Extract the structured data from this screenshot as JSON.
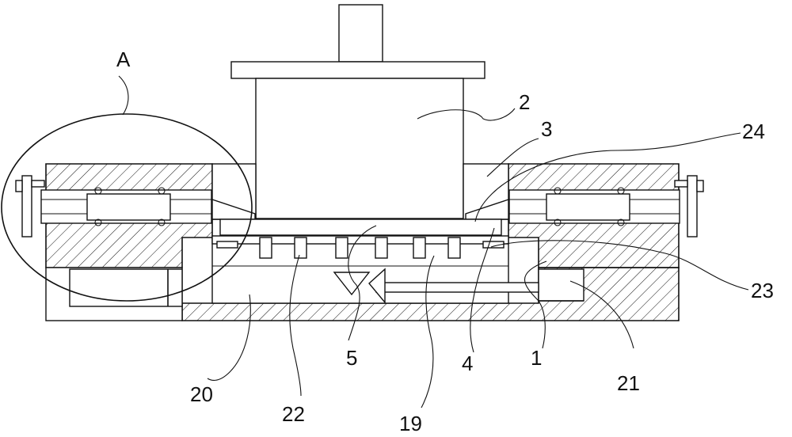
{
  "labels": {
    "A": "A",
    "n2": "2",
    "n3": "3",
    "n24": "24",
    "n23": "23",
    "n21": "21",
    "n1": "1",
    "n4": "4",
    "n19": "19",
    "n5": "5",
    "n22": "22",
    "n20": "20"
  }
}
